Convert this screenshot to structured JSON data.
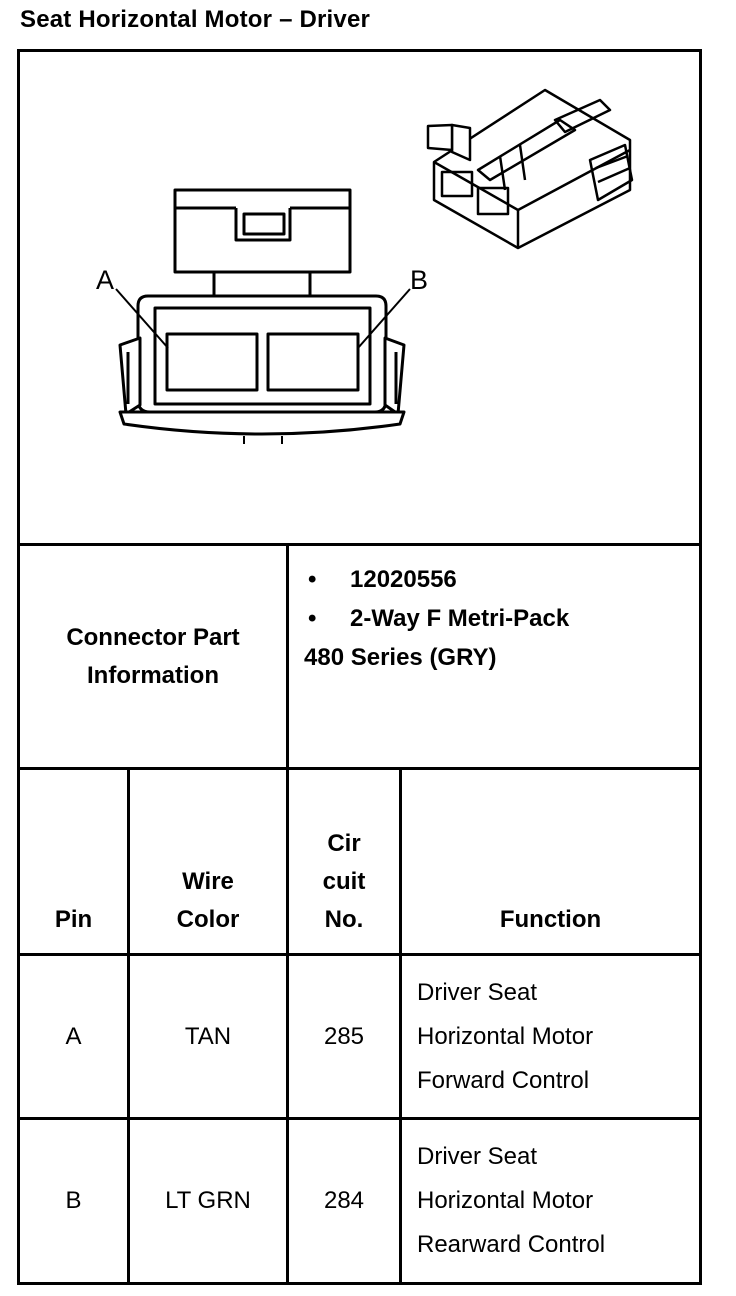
{
  "title": "Seat Horizontal Motor – Driver",
  "diagram": {
    "label_a": "A",
    "label_b": "B"
  },
  "connector_part_information": {
    "label_line1": "Connector Part",
    "label_line2": "Information",
    "part_number": "12020556",
    "description_line1": "2-Way F Metri-Pack",
    "description_line2": "480 Series (GRY)"
  },
  "table": {
    "headers": {
      "pin": "Pin",
      "wire_color_line1": "Wire",
      "wire_color_line2": "Color",
      "circuit_line1": "Cir",
      "circuit_line2": "cuit",
      "circuit_line3": "No.",
      "function": "Function"
    },
    "rows": [
      {
        "pin": "A",
        "wire_color": "TAN",
        "circuit": "285",
        "function_line1": "Driver Seat",
        "function_line2": "Horizontal Motor",
        "function_line3": "Forward Control"
      },
      {
        "pin": "B",
        "wire_color": "LT GRN",
        "circuit": "284",
        "function_line1": "Driver Seat",
        "function_line2": "Horizontal Motor",
        "function_line3": "Rearward Control"
      }
    ]
  }
}
